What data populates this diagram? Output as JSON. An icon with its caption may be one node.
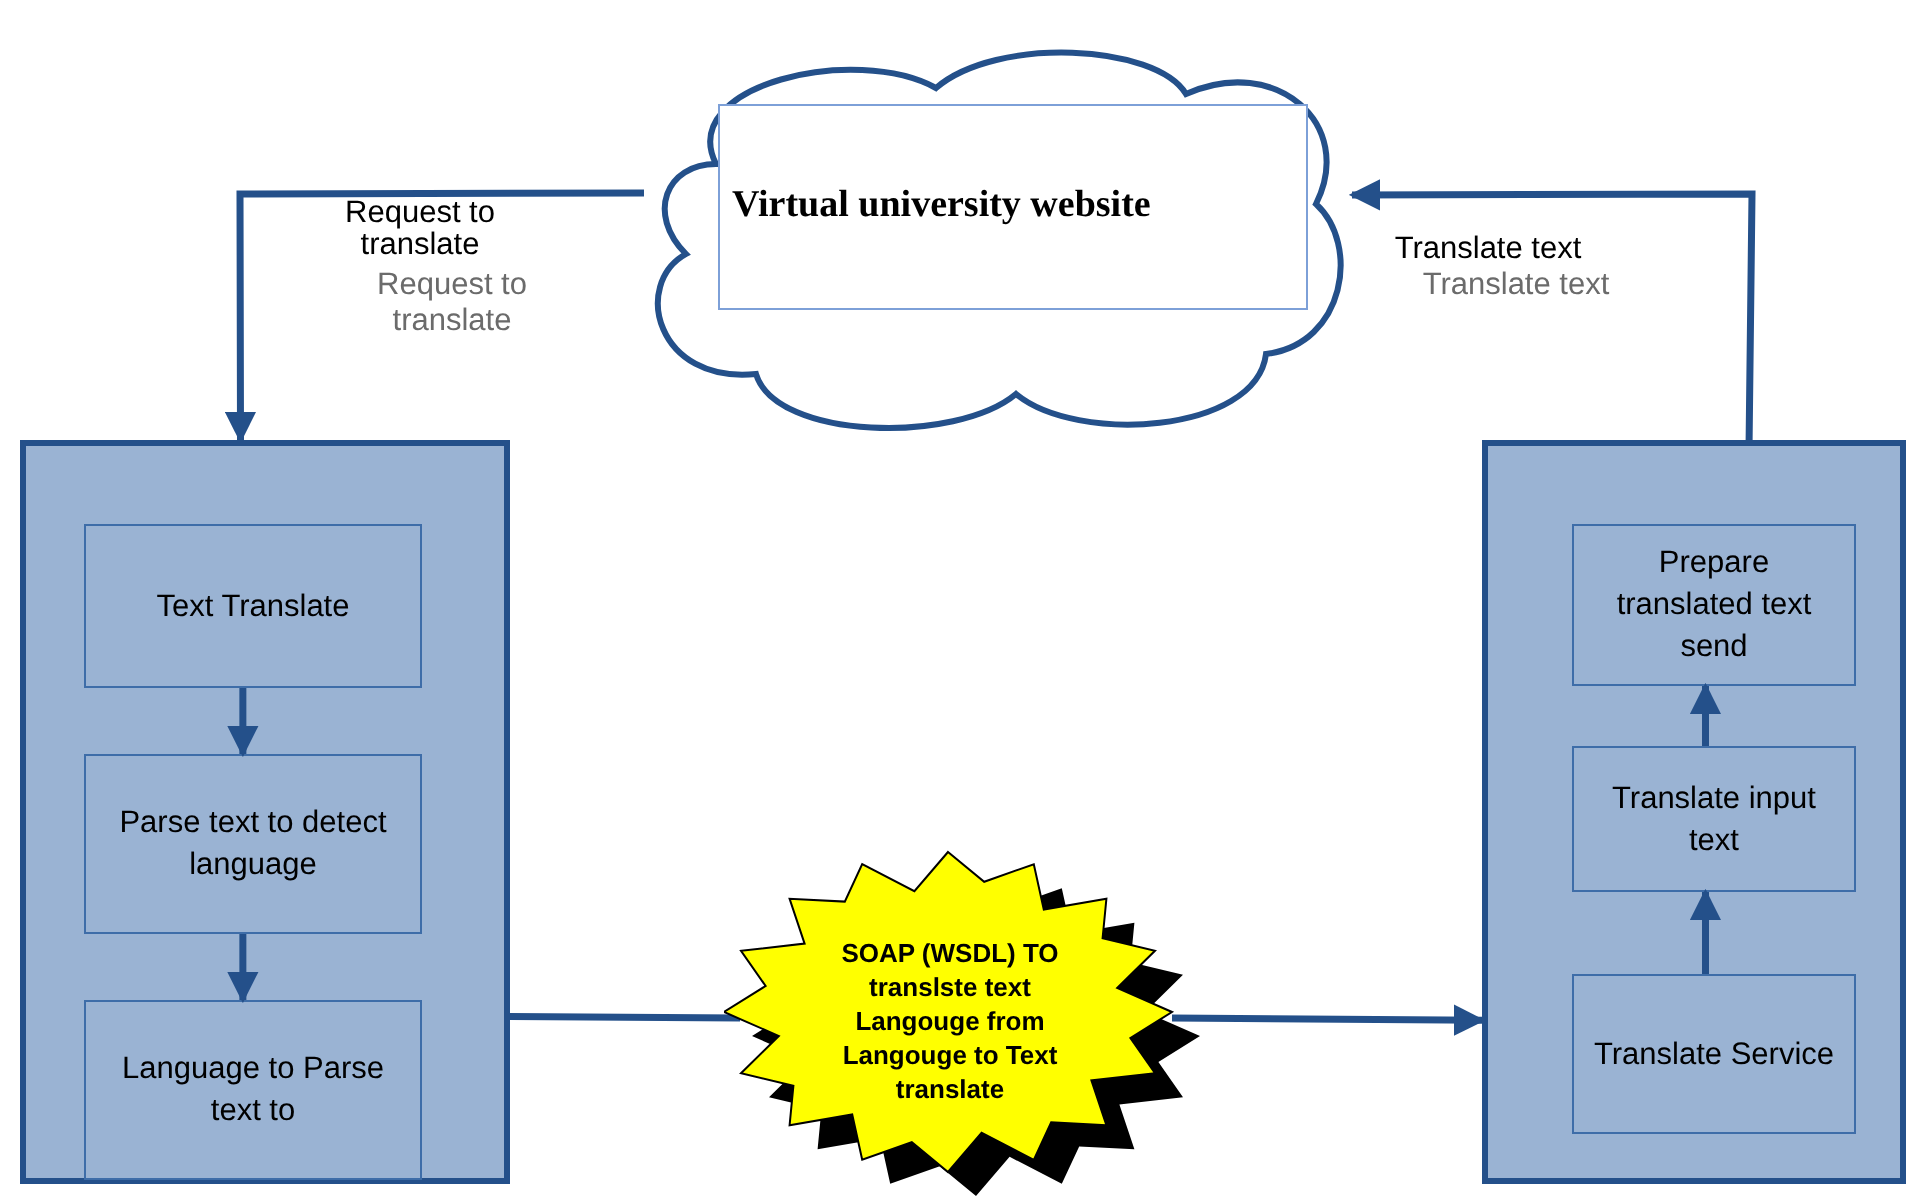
{
  "diagram": {
    "nodes": [
      {
        "text": [
          "Virtual university website"
        ]
      },
      {
        "text": [],
        "shape": "box"
      },
      {
        "text": [
          "Text Translate"
        ],
        "in": 1
      },
      {
        "text": [
          "Parse text to detect language"
        ],
        "in": 1
      },
      {
        "text": [
          "Language to Parse text to"
        ],
        "in": 1
      },
      {
        "text": [
          "SOAP (WSDL) TO translste text Langouge from Langouge to Text translate"
        ]
      },
      {
        "text": [],
        "shape": "box"
      },
      {
        "text": [
          "Prepare translated text send"
        ],
        "in": 6
      },
      {
        "text": [
          "Translate input text"
        ],
        "in": 6
      },
      {
        "text": [
          "Translate Service"
        ],
        "in": 6
      }
    ],
    "edges": [
      {
        "from": 0,
        "to": 1,
        "arrow": "to",
        "label": "Request to translate"
      },
      {
        "from": 2,
        "to": 3,
        "arrow": "to"
      },
      {
        "from": 3,
        "to": 4,
        "arrow": "to"
      },
      {
        "from": 1,
        "to": 5,
        "arrow": "none"
      },
      {
        "from": 5,
        "to": 6,
        "arrow": "to"
      },
      {
        "from": 9,
        "to": 8,
        "arrow": "to"
      },
      {
        "from": 8,
        "to": 7,
        "arrow": "to"
      },
      {
        "from": 6,
        "to": 0,
        "arrow": "to",
        "label": "Translate text"
      }
    ],
    "labels": [
      "Request to translate",
      "Translate text"
    ]
  }
}
